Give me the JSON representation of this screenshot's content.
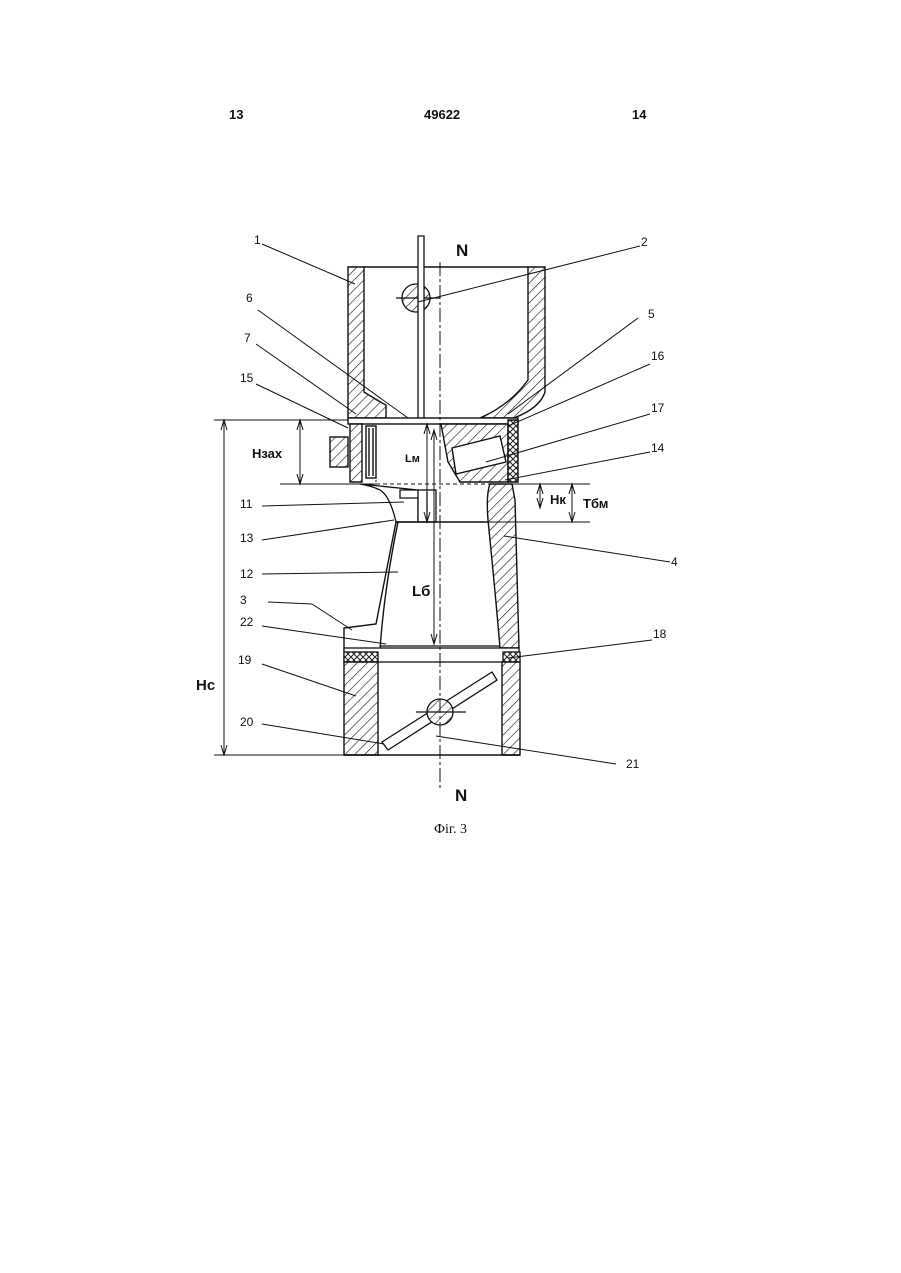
{
  "header": {
    "left_page": "13",
    "patent_number": "49622",
    "right_page": "14"
  },
  "figure": {
    "caption": "Фіг. 3",
    "axis_label_top": "N",
    "axis_label_bottom": "N",
    "dimensions": {
      "h_zah": "Нзах",
      "l_m": "Lм",
      "h_k": "Нк",
      "t_bm": "Тбм",
      "l_b": "Lб",
      "h_c": "Нс"
    },
    "callouts": [
      "1",
      "2",
      "3",
      "4",
      "5",
      "6",
      "7",
      "11",
      "12",
      "13",
      "14",
      "15",
      "16",
      "17",
      "18",
      "19",
      "20",
      "21",
      "22"
    ]
  }
}
